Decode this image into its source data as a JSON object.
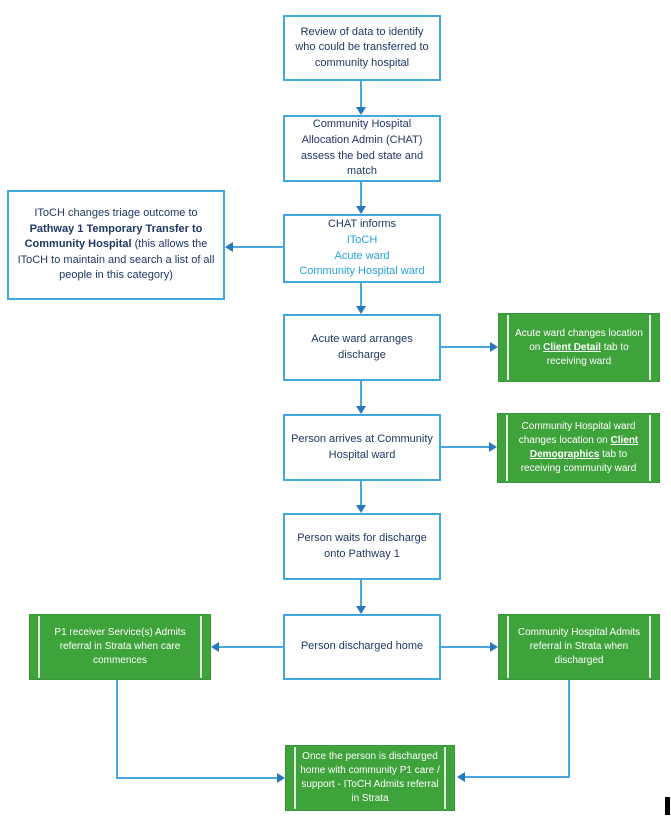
{
  "colors": {
    "box_border_blue": "#41a8dd",
    "text_dark_navy": "#1f3864",
    "text_light_blue": "#29a3dc",
    "green_fill": "#3fa33c",
    "arrow_blue": "#2878be",
    "line_blue": "#4aa6dc"
  },
  "flow": {
    "review": {
      "text": "Review of data to identify who could be transferred to community hospital"
    },
    "chat_assess": {
      "text": "Community Hospital Allocation Admin (CHAT) assess the bed state and match"
    },
    "chat_informs": {
      "title": "CHAT informs",
      "lines": [
        "IToCH",
        "Acute ward",
        "Community Hospital ward"
      ]
    },
    "itoch_triage": {
      "pre": "IToCH changes triage outcome to",
      "bold": "Pathway 1 Temporary Transfer to Community Hospital",
      "post": "(this allows the IToCH to maintain and search a list of all people in this category)"
    },
    "acute_discharge": {
      "text": "Acute ward arranges discharge"
    },
    "acute_location": {
      "pre": "Acute ward changes location on",
      "link": "Client Detail",
      "post": "tab to receiving ward"
    },
    "person_arrives": {
      "text": "Person arrives at Community Hospital ward"
    },
    "ch_location": {
      "pre": "Community Hospital ward changes location on",
      "link": "Client Demographics",
      "post": "tab to receiving community ward"
    },
    "person_waits": {
      "text": "Person waits for discharge onto Pathway 1"
    },
    "person_discharged": {
      "text": "Person discharged home"
    },
    "p1_receiver": {
      "text": "P1 receiver Service(s) Admits referral in Strata when care commences"
    },
    "ch_admits": {
      "text": "Community Hospital Admits referral in Strata when discharged"
    },
    "itoch_admits": {
      "text": "Once the person is discharged home with community P1 care / support - IToCH Admits referral in Strata"
    }
  }
}
